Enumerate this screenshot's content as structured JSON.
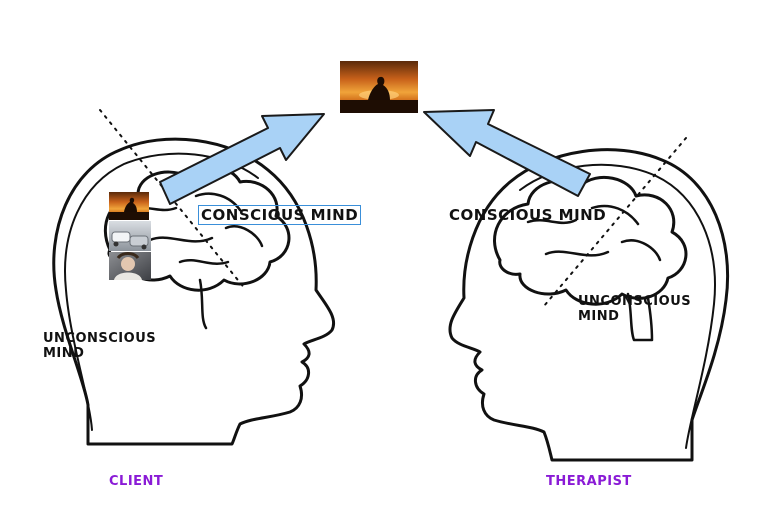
{
  "labels": {
    "client_conscious": "CONSCIOUS MIND",
    "client_unconscious_line1": "UNCONSCIOUS",
    "client_unconscious_line2": "MIND",
    "therapist_conscious": "CONSCIOUS MIND",
    "therapist_unconscious_line1": "UNCONSCIOUS",
    "therapist_unconscious_line2": "MIND",
    "client_role": "CLIENT",
    "therapist_role": "THERAPIST"
  },
  "colors": {
    "arrow_fill": "#a9d2f6",
    "arrow_stroke": "#1a1a1a",
    "role_text": "#8a1bd6",
    "selection_box": "#3a8fd9"
  },
  "images": {
    "shared_photo": "silhouette of person sitting at sunset",
    "client_photo_1": "silhouette of person at sunset",
    "client_photo_2": "damaged cars after accident",
    "client_photo_3": "distressed person holding head"
  }
}
